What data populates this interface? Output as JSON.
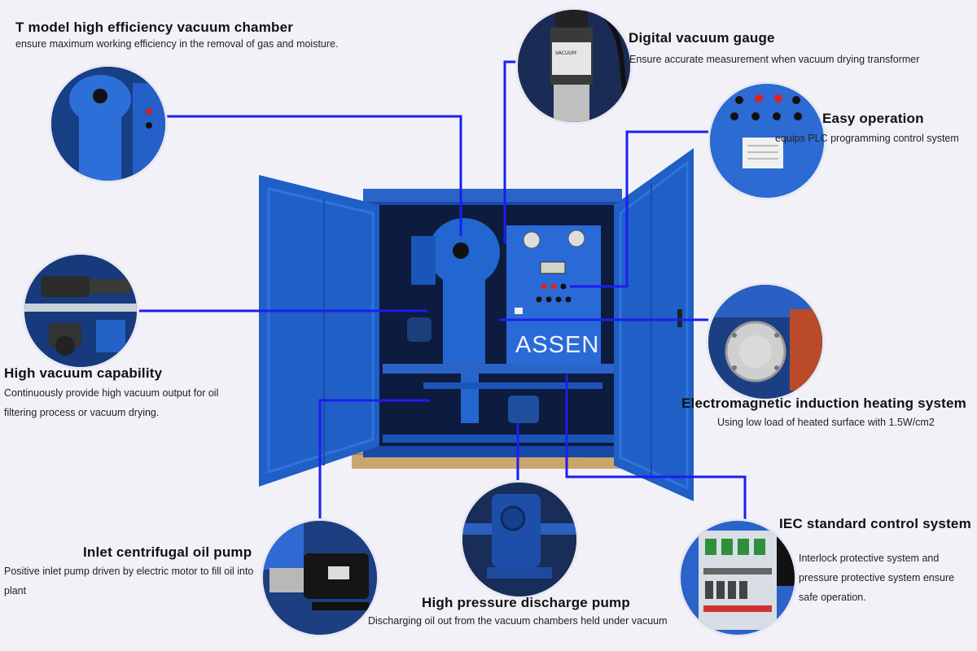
{
  "brand": "ASSEN",
  "colors": {
    "accent_line": "#1d1df0",
    "machine_blue": "#1f5fc6",
    "background": "#f1f1f7"
  },
  "features": {
    "vacuum_chamber": {
      "title": "T model high efficiency vacuum chamber",
      "desc": "ensure maximum working efficiency in the removal of gas and moisture."
    },
    "vacuum_gauge": {
      "title": "Digital vacuum gauge",
      "desc": "Ensure accurate measurement when vacuum drying transformer"
    },
    "easy_operation": {
      "title": "Easy operation",
      "desc": "equips PLC programming control system"
    },
    "high_vacuum": {
      "title": "High vacuum capability",
      "desc": "Continuously provide high vacuum output for oil filtering process or vacuum drying."
    },
    "heating": {
      "title": "Electromagnetic induction heating system",
      "desc": "Using low load of heated surface with 1.5W/cm2"
    },
    "inlet_pump": {
      "title": "Inlet centrifugal oil pump",
      "desc": "Positive inlet pump driven by electric motor to fill oil into plant"
    },
    "discharge_pump": {
      "title": "High pressure discharge pump",
      "desc": "Discharging oil out from the vacuum chambers held under vacuum"
    },
    "control_system": {
      "title": "IEC standard control system",
      "desc": "Interlock protective  system and pressure protective system ensure safe operation."
    }
  }
}
